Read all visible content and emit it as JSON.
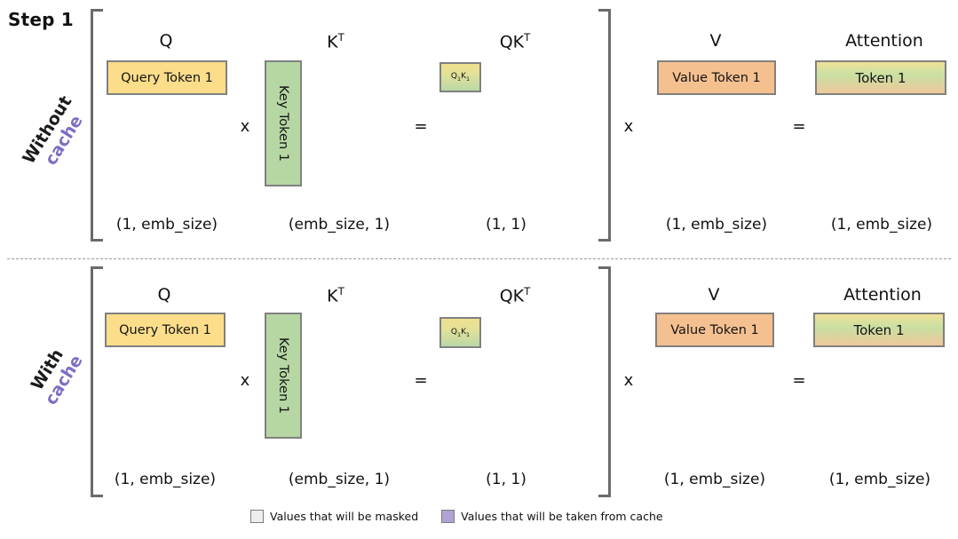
{
  "title": "Step 1",
  "legend": {
    "items": [
      {
        "label": "Values that will be masked",
        "color": "#eeeeee"
      },
      {
        "label": "Values that will be taken from cache",
        "color": "#b0a3d6"
      }
    ]
  },
  "rows": [
    {
      "side_label_line1": "Without",
      "side_label_line2": "cache",
      "headers": {
        "q": "Q",
        "kt_base": "K",
        "kt_sup": "T",
        "qkt_base": "QK",
        "qkt_sup": "T",
        "v": "V",
        "attention": "Attention"
      },
      "boxes": {
        "query": "Query Token 1",
        "key": "Key Token 1",
        "qk_base1": "Q",
        "qk_sub1": "1",
        "qk_base2": "K",
        "qk_sub2": "1",
        "value": "Value Token 1",
        "attention": "Token 1"
      },
      "operators": {
        "mul1": "x",
        "eq1": "=",
        "mul2": "x",
        "eq2": "="
      },
      "dims": {
        "q": "(1, emb_size)",
        "kt": "(emb_size, 1)",
        "qkt": "(1, 1)",
        "v": "(1, emb_size)",
        "attention": "(1, emb_size)"
      }
    },
    {
      "side_label_line1": "With",
      "side_label_line2": "cache",
      "headers": {
        "q": "Q",
        "kt_base": "K",
        "kt_sup": "T",
        "qkt_base": "QK",
        "qkt_sup": "T",
        "v": "V",
        "attention": "Attention"
      },
      "boxes": {
        "query": "Query Token 1",
        "key": "Key Token 1",
        "qk_base1": "Q",
        "qk_sub1": "1",
        "qk_base2": "K",
        "qk_sub2": "1",
        "value": "Value Token 1",
        "attention": "Token 1"
      },
      "operators": {
        "mul1": "x",
        "eq1": "=",
        "mul2": "x",
        "eq2": "="
      },
      "dims": {
        "q": "(1, emb_size)",
        "kt": "(emb_size, 1)",
        "qkt": "(1, 1)",
        "v": "(1, emb_size)",
        "attention": "(1, emb_size)"
      }
    }
  ]
}
